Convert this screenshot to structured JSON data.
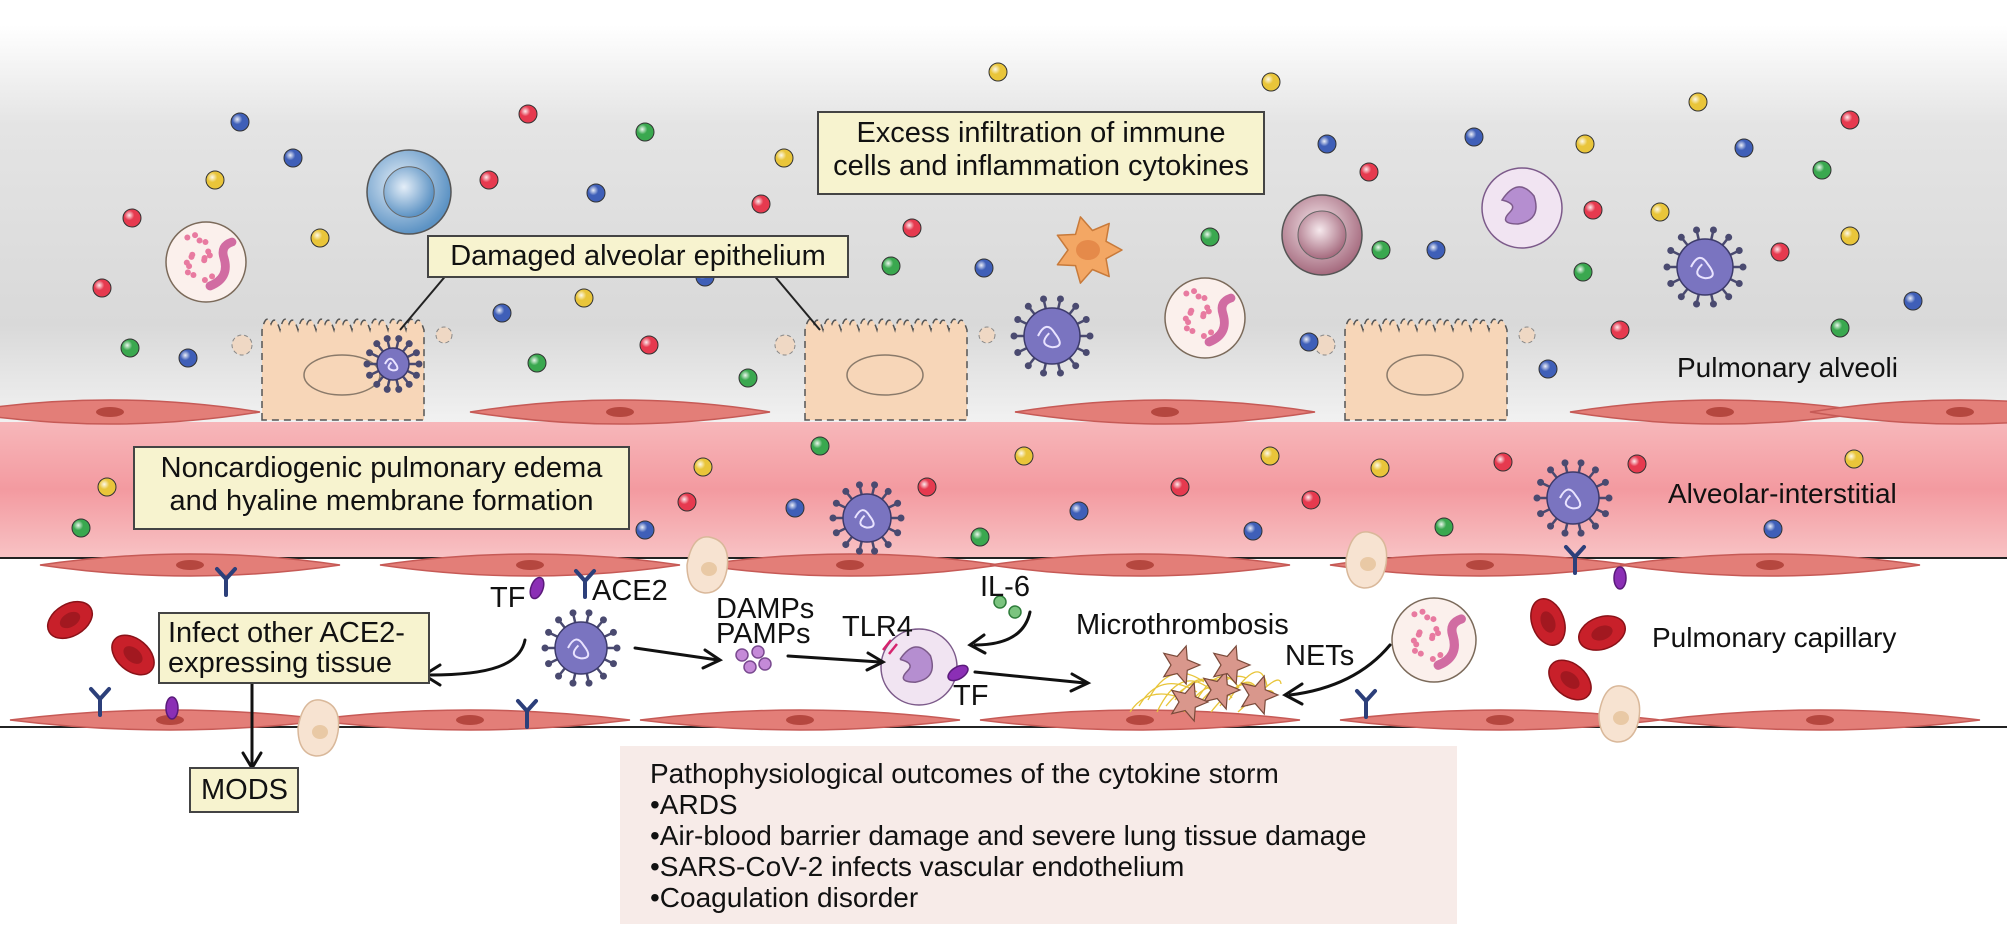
{
  "labels": {
    "immune_infiltration": [
      "Excess infiltration of immune",
      "cells and inflammation cytokines"
    ],
    "damaged_epithelium": "Damaged alveolar epithelium",
    "pulmonary_alveoli": "Pulmonary alveoli",
    "edema": [
      "Noncardiogenic pulmonary edema",
      "and hyaline membrane formation"
    ],
    "alveolar_interstitial": "Alveolar-interstitial",
    "infect_other": [
      "Infect other ACE2-",
      "expressing tissue"
    ],
    "mods": "MODS",
    "tf_top": "TF",
    "ace2": "ACE2",
    "damps": "DAMPs",
    "pamps": "PAMPs",
    "tlr4": "TLR4",
    "il6": "IL-6",
    "tf_bottom": "TF",
    "microthrombosis": "Microthrombosis",
    "nets": "NETs",
    "pulmonary_capillary": "Pulmonary capillary"
  },
  "outcomes": {
    "title": "Pathophysiological outcomes of the cytokine storm",
    "items": [
      "•ARDS",
      "•Air-blood barrier damage and severe lung tissue damage",
      "•SARS-CoV-2 infects vascular endothelium",
      "•Coagulation disorder"
    ]
  },
  "colors": {
    "cytokine_red": "#e63a4f",
    "cytokine_blue": "#3f5fb8",
    "cytokine_green": "#3aa84f",
    "cytokine_yellow": "#e9c53a",
    "interstitium": "#f4a3a8",
    "endothelium": "#e37e78",
    "label_box": "#f7f3cf",
    "virus": "#7a74c0"
  }
}
